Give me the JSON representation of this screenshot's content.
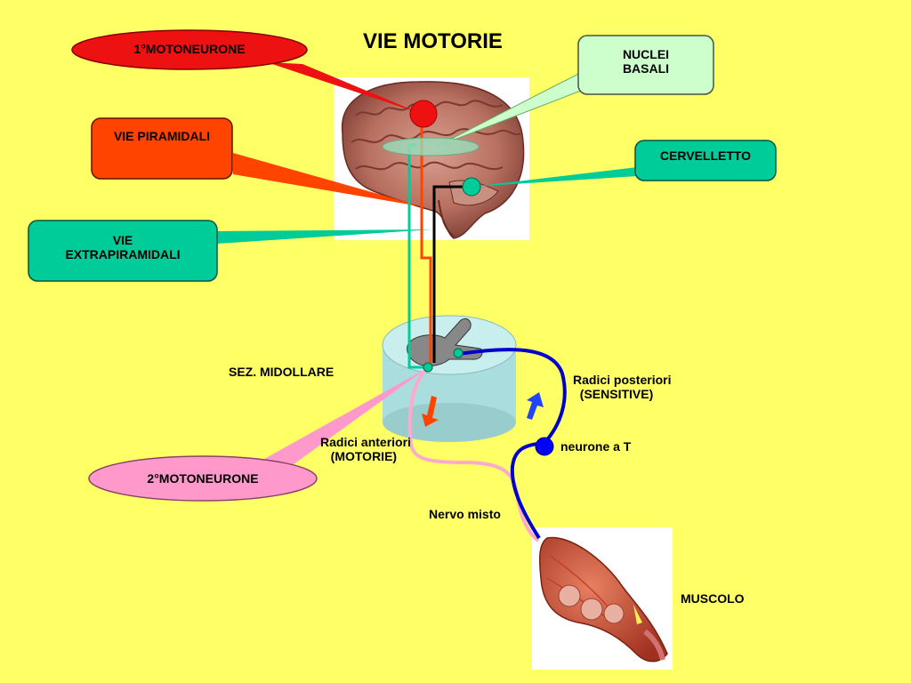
{
  "title": "VIE MOTORIE",
  "labels": {
    "motoneurone1": "1°MOTONEURONE",
    "nuclei_basali": "NUCLEI\nBASALI",
    "vie_piramidali": "VIE PIRAMIDALI",
    "cervelletto": "CERVELLETTO",
    "vie_extrapiramidali": "VIE\nEXTRAPIRAMIDALI",
    "sez_midollare": "SEZ. MIDOLLARE",
    "radici_posteriori": "Radici posteriori\n  (SENSITIVE)",
    "neurone_a_t": "neurone a T",
    "radici_anteriori": "Radici anteriori\n   (MOTORIE)",
    "motoneurone2": "2°MOTONEURONE",
    "nervo_misto": "Nervo misto",
    "muscolo": "MUSCOLO"
  },
  "colors": {
    "background": "#ffff66",
    "motoneurone1": "#ee1111",
    "vie_piramidali": "#ff4400",
    "nuclei_basali": "#ccffcc",
    "cervelletto": "#00cc99",
    "vie_extrapiramidali": "#00cc99",
    "motoneurone2": "#ff99cc",
    "sensory_path": "#0000cc",
    "motor_path": "#ff99cc",
    "spinal_cord": "#aadddd"
  },
  "icons": [
    "brain-image",
    "spinal-cord-section",
    "muscle-image",
    "down-arrow",
    "up-arrow"
  ]
}
